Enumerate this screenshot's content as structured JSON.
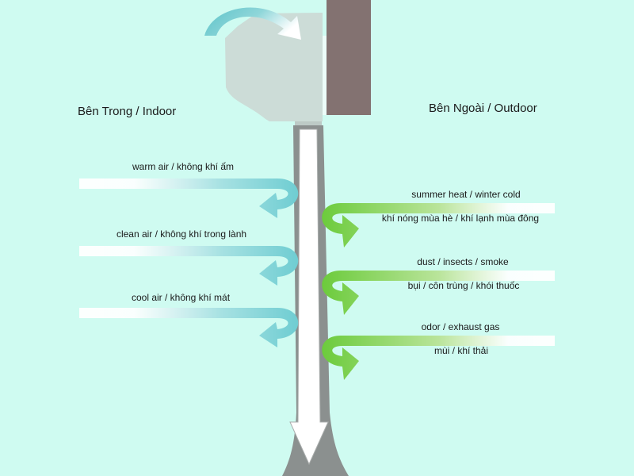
{
  "diagram": {
    "title_indoor": "Bên Trong / Indoor",
    "title_outdoor": "Bên Ngoài / Outdoor",
    "colors": {
      "background": "#cffbf1",
      "indoor_unit": "#ccdcd7",
      "wall": "#837271",
      "pipe": "#8b908f",
      "pipe_core": "#ffffff",
      "indoor_arrow": "#6fcdd2",
      "outdoor_arrow": "#6ccb3c"
    },
    "indoor_flows": [
      {
        "label": "warm air / không khí ấm"
      },
      {
        "label": "clean air / không khí trong lành"
      },
      {
        "label": "cool air / không khí mát"
      }
    ],
    "outdoor_flows": [
      {
        "label_en": "summer heat / winter cold",
        "label_vi": "khí nóng mùa hè / khí lạnh mùa đông"
      },
      {
        "label_en": "dust / insects / smoke",
        "label_vi": "bụi / côn trùng / khói thuốc"
      },
      {
        "label_en": "odor / exhaust gas",
        "label_vi": "mùi / khí thải"
      }
    ]
  }
}
